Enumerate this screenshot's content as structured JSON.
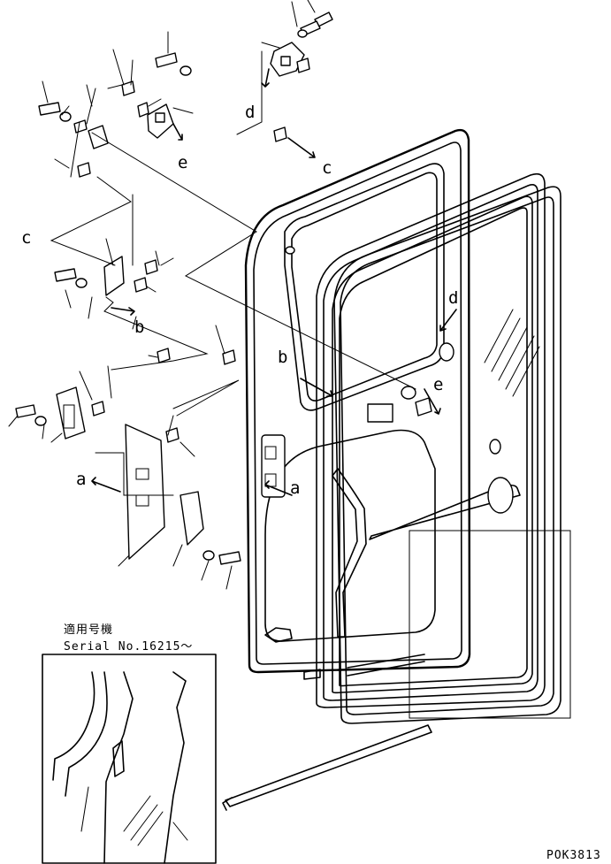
{
  "callouts": {
    "a": "a",
    "b": "b",
    "c": "c",
    "d": "d",
    "e": "e"
  },
  "inset": {
    "title": "適用号機",
    "serial": "Serial No.16215～"
  },
  "drawing_code": "POK3813"
}
